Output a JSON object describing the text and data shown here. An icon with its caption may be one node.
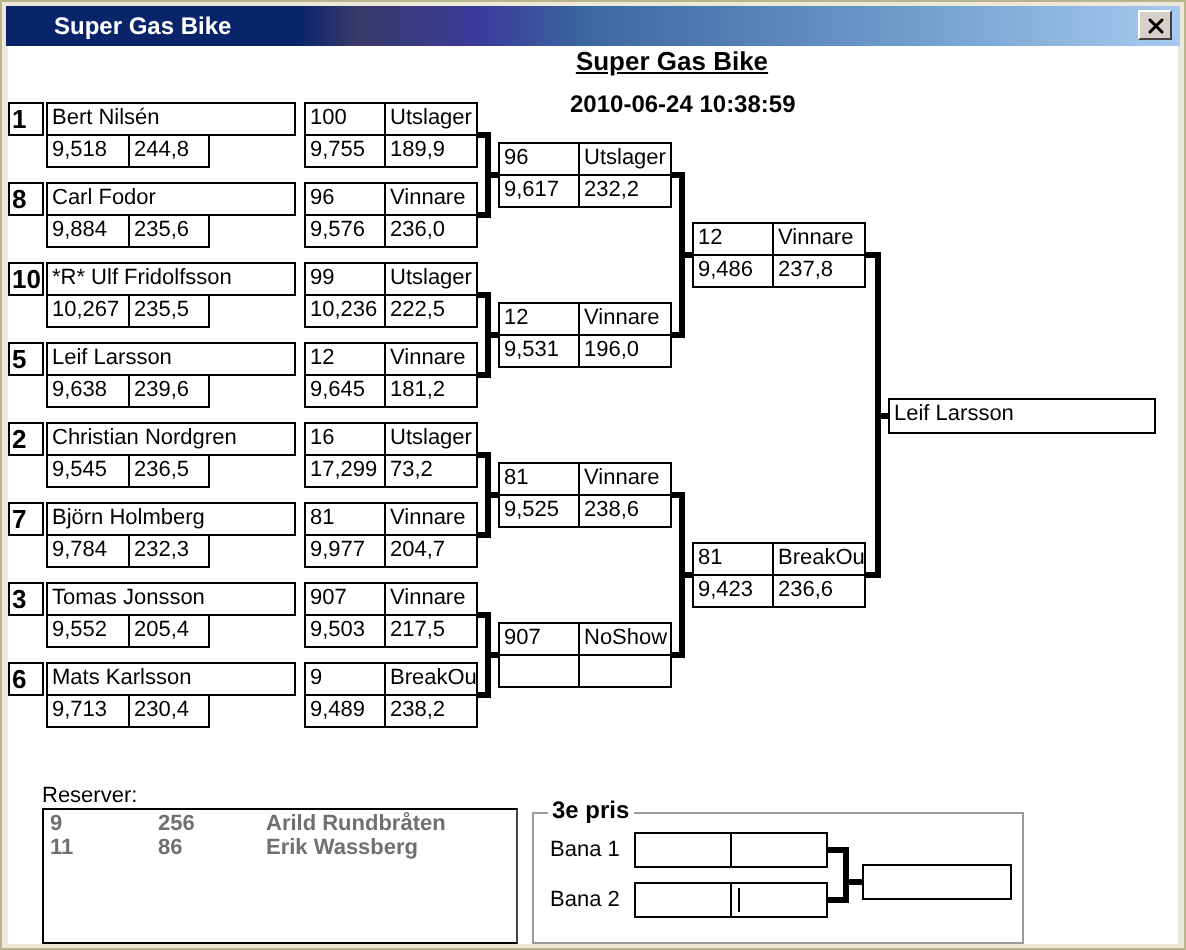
{
  "diagram": {
    "title": "Super Gas Bike",
    "nodes": [
      {
        "text": [
          "1"
        ]
      },
      {
        "text": [
          "Bert Nilsén",
          "9,518",
          "244,8"
        ]
      },
      {
        "text": [
          "100",
          "Utslager",
          "9,755",
          "189,9"
        ]
      },
      {
        "text": [
          "8"
        ]
      },
      {
        "text": [
          "Carl Fodor",
          "9,884",
          "235,6"
        ]
      },
      {
        "text": [
          "96",
          "Vinnare",
          "9,576",
          "236,0"
        ]
      },
      {
        "text": [
          "10"
        ]
      },
      {
        "text": [
          "*R* Ulf Fridolfsson",
          "10,267",
          "235,5"
        ]
      },
      {
        "text": [
          "99",
          "Utslager",
          "10,236",
          "222,5"
        ]
      },
      {
        "text": [
          "5"
        ]
      },
      {
        "text": [
          "Leif Larsson",
          "9,638",
          "239,6"
        ]
      },
      {
        "text": [
          "12",
          "Vinnare",
          "9,645",
          "181,2"
        ]
      },
      {
        "text": [
          "2"
        ]
      },
      {
        "text": [
          "Christian Nordgren",
          "9,545",
          "236,5"
        ]
      },
      {
        "text": [
          "16",
          "Utslager",
          "17,299",
          "73,2"
        ]
      },
      {
        "text": [
          "7"
        ]
      },
      {
        "text": [
          "Björn Holmberg",
          "9,784",
          "232,3"
        ]
      },
      {
        "text": [
          "81",
          "Vinnare",
          "9,977",
          "204,7"
        ]
      },
      {
        "text": [
          "3"
        ]
      },
      {
        "text": [
          "Tomas Jonsson",
          "9,552",
          "205,4"
        ]
      },
      {
        "text": [
          "907",
          "Vinnare",
          "9,503",
          "217,5"
        ]
      },
      {
        "text": [
          "6"
        ]
      },
      {
        "text": [
          "Mats Karlsson",
          "9,713",
          "230,4"
        ]
      },
      {
        "text": [
          "9",
          "BreakOu",
          "9,489",
          "238,2"
        ]
      },
      {
        "text": [
          "96",
          "Utslager",
          "9,617",
          "232,2"
        ]
      },
      {
        "text": [
          "12",
          "Vinnare",
          "9,531",
          "196,0"
        ]
      },
      {
        "text": [
          "81",
          "Vinnare",
          "9,525",
          "238,6"
        ]
      },
      {
        "text": [
          "907",
          "NoShow"
        ]
      },
      {
        "text": [
          "12",
          "Vinnare",
          "9,486",
          "237,8"
        ]
      },
      {
        "text": [
          "81",
          "BreakOu",
          "9,423",
          "236,6"
        ]
      },
      {
        "text": [
          "Leif Larsson"
        ]
      },
      {
        "text": [
          "Reserver:",
          "9",
          "256",
          "Arild Rundbråten",
          "11",
          "86",
          "Erik Wassberg"
        ]
      },
      {
        "text": [
          "3e pris"
        ]
      },
      {
        "text": [],
        "shape": "box",
        "in": 32,
        "beside": [
          "Bana 1"
        ]
      },
      {
        "text": [],
        "shape": "box",
        "in": 32,
        "beside": [
          "Bana 2"
        ]
      },
      {
        "text": [],
        "shape": "box",
        "in": 32
      }
    ],
    "edges": [
      {
        "from": 2,
        "to": 24,
        "arrow": "none"
      },
      {
        "from": 5,
        "to": 24,
        "arrow": "none"
      },
      {
        "from": 8,
        "to": 25,
        "arrow": "none"
      },
      {
        "from": 11,
        "to": 25,
        "arrow": "none"
      },
      {
        "from": 14,
        "to": 26,
        "arrow": "none"
      },
      {
        "from": 17,
        "to": 26,
        "arrow": "none"
      },
      {
        "from": 20,
        "to": 27,
        "arrow": "none"
      },
      {
        "from": 23,
        "to": 27,
        "arrow": "none"
      },
      {
        "from": 24,
        "to": 28,
        "arrow": "none"
      },
      {
        "from": 25,
        "to": 28,
        "arrow": "none"
      },
      {
        "from": 26,
        "to": 29,
        "arrow": "none"
      },
      {
        "from": 27,
        "to": 29,
        "arrow": "none"
      },
      {
        "from": 28,
        "to": 30,
        "arrow": "none"
      },
      {
        "from": 29,
        "to": 30,
        "arrow": "none"
      },
      {
        "from": 33,
        "to": 35,
        "arrow": "none"
      },
      {
        "from": 34,
        "to": 35,
        "arrow": "none"
      }
    ],
    "labels": [
      "Super Gas Bike",
      "2010-06-24 10:38:59"
    ]
  }
}
